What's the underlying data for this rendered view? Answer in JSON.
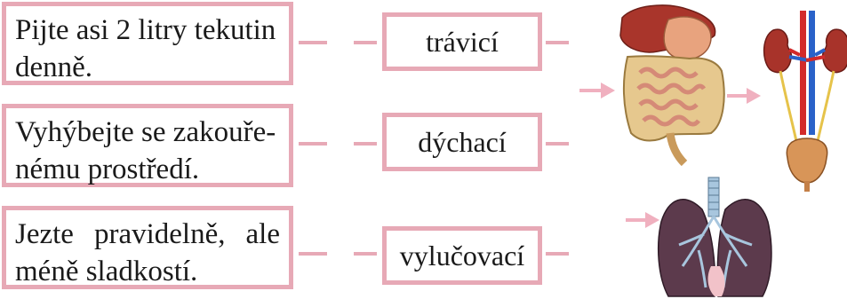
{
  "advice": [
    {
      "line1": "Pijte asi 2 litry tekutin",
      "line2": "denně."
    },
    {
      "line1": "Vyhýbejte se zakouře-",
      "line2": "nému prostředí."
    },
    {
      "line1": "Jezte pravidelně, ale",
      "line2": "méně sladkostí."
    }
  ],
  "systems": [
    "trávicí",
    "dýchací",
    "vylučovací"
  ],
  "icons": {
    "digestive": "digestive-system-illustration",
    "urinary": "urinary-system-illustration",
    "lungs": "lungs-illustration",
    "arrow": "pink-arrow"
  },
  "colors": {
    "frame": "#e7a9b6",
    "arrow": "#f0b0bf"
  }
}
